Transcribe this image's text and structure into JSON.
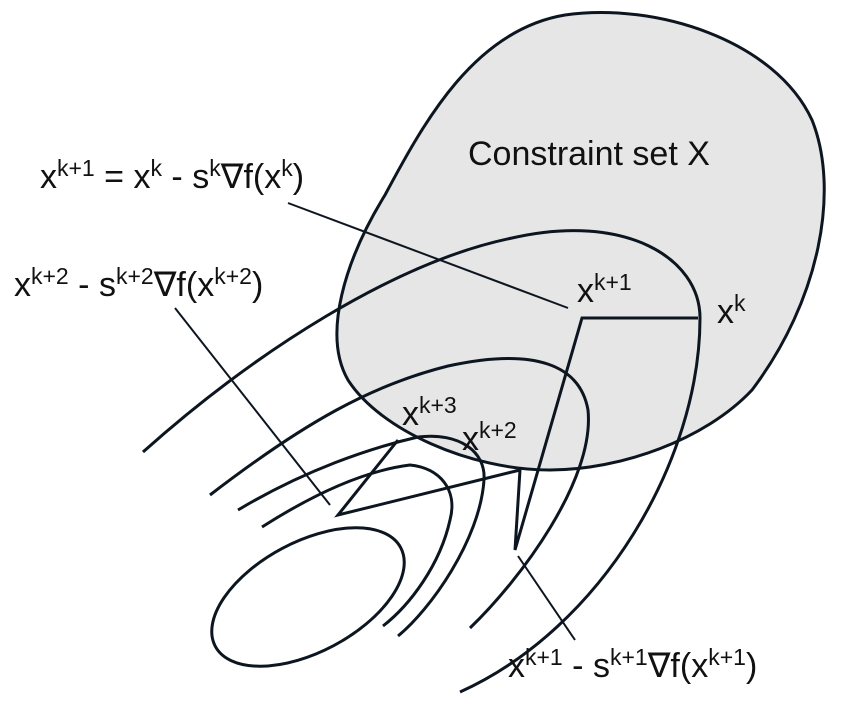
{
  "diagram": {
    "set_label": "Constraint set X",
    "set_fill": "#e6e6e6",
    "stroke_color": "#0d1620",
    "labels": {
      "update_rule": [
        {
          "t": "x",
          "s": false
        },
        {
          "t": "k+1",
          "s": true
        },
        {
          "t": " = x",
          "s": false
        },
        {
          "t": "k",
          "s": true
        },
        {
          "t": " - s",
          "s": false
        },
        {
          "t": "k",
          "s": true
        },
        {
          "t": "∇f(x",
          "s": false
        },
        {
          "t": "k",
          "s": true
        },
        {
          "t": ")",
          "s": false
        }
      ],
      "step_k2": [
        {
          "t": "x",
          "s": false
        },
        {
          "t": "k+2",
          "s": true
        },
        {
          "t": " - s",
          "s": false
        },
        {
          "t": "k+2",
          "s": true
        },
        {
          "t": "∇f(x",
          "s": false
        },
        {
          "t": "k+2",
          "s": true
        },
        {
          "t": ")",
          "s": false
        }
      ],
      "step_k1": [
        {
          "t": "x",
          "s": false
        },
        {
          "t": "k+1",
          "s": true
        },
        {
          "t": " - s",
          "s": false
        },
        {
          "t": "k+1",
          "s": true
        },
        {
          "t": "∇f(x",
          "s": false
        },
        {
          "t": "k+1",
          "s": true
        },
        {
          "t": ")",
          "s": false
        }
      ],
      "xk": [
        {
          "t": "x",
          "s": false
        },
        {
          "t": "k",
          "s": true
        }
      ],
      "xk1": [
        {
          "t": "x",
          "s": false
        },
        {
          "t": "k+1",
          "s": true
        }
      ],
      "xk2": [
        {
          "t": "x",
          "s": false
        },
        {
          "t": "k+2",
          "s": true
        }
      ],
      "xk3": [
        {
          "t": "x",
          "s": false
        },
        {
          "t": "k+3",
          "s": true
        }
      ]
    }
  }
}
